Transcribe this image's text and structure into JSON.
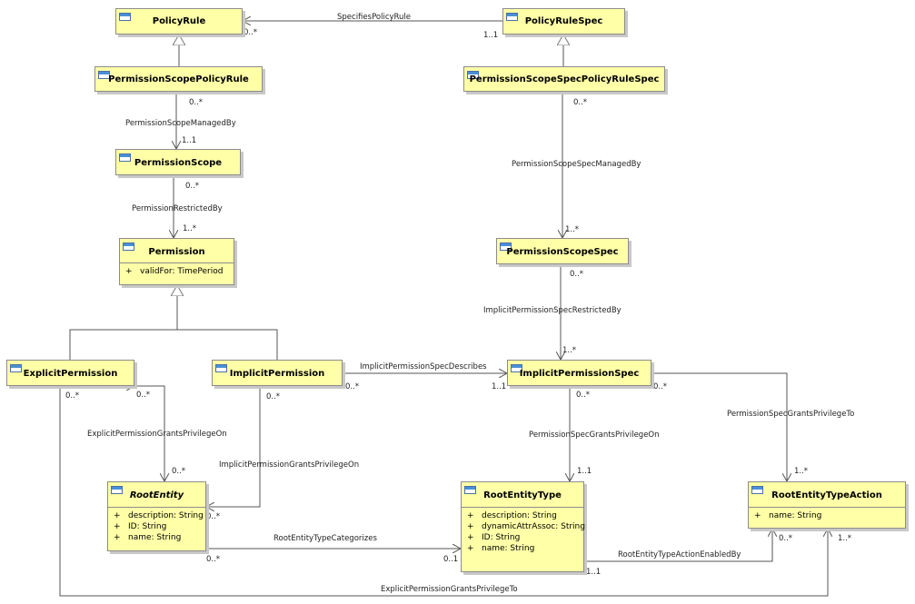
{
  "classes": {
    "policy_rule": {
      "name": "PolicyRule"
    },
    "policy_rule_spec": {
      "name": "PolicyRuleSpec"
    },
    "permission_scope_policy_rule": {
      "name": "PermissionScopePolicyRule"
    },
    "permission_scope_spec_policy_rule_spec": {
      "name": "PermissionScopeSpecPolicyRuleSpec"
    },
    "permission_scope": {
      "name": "PermissionScope"
    },
    "permission_scope_spec": {
      "name": "PermissionScopeSpec"
    },
    "permission": {
      "name": "Permission",
      "attributes": [
        {
          "vis": "+",
          "text": "validFor: TimePeriod"
        }
      ]
    },
    "explicit_permission": {
      "name": "ExplicitPermission"
    },
    "implicit_permission": {
      "name": "ImplicitPermission"
    },
    "implicit_permission_spec": {
      "name": "ImplicitPermissionSpec"
    },
    "root_entity": {
      "name": "RootEntity",
      "abstract": true,
      "attributes": [
        {
          "vis": "+",
          "text": "description: String"
        },
        {
          "vis": "+",
          "text": "ID: String"
        },
        {
          "vis": "+",
          "text": "name: String"
        }
      ]
    },
    "root_entity_type": {
      "name": "RootEntityType",
      "attributes": [
        {
          "vis": "+",
          "text": "description: String"
        },
        {
          "vis": "+",
          "text": "dynamicAttrAssoc: String"
        },
        {
          "vis": "+",
          "text": "ID: String"
        },
        {
          "vis": "+",
          "text": "name: String"
        }
      ]
    },
    "root_entity_type_action": {
      "name": "RootEntityTypeAction",
      "attributes": [
        {
          "vis": "+",
          "text": "name: String"
        }
      ]
    }
  },
  "associations": {
    "specifies_policy_rule": {
      "label": "SpecifiesPolicyRule",
      "m1": "0..*",
      "m2": "1..1"
    },
    "permission_scope_managed_by": {
      "label": "PermissionScopeManagedBy",
      "m1": "0..*",
      "m2": "1..1"
    },
    "permission_scope_spec_managed_by": {
      "label": "PermissionScopeSpecManagedBy",
      "m1": "0..*",
      "m2": "1..*"
    },
    "permission_restricted_by": {
      "label": "PermissionRestrictedBy",
      "m1": "0..*",
      "m2": "1..*"
    },
    "implicit_permission_spec_restricted_by": {
      "label": "ImplicitPermissionSpecRestrictedBy",
      "m1": "0..*",
      "m2": "1..*"
    },
    "implicit_permission_spec_describes": {
      "label": "ImplicitPermissionSpecDescribes",
      "m1": "0..*",
      "m2": "1..1"
    },
    "explicit_permission_grants_privilege_on": {
      "label": "ExplicitPermissionGrantsPrivilegeOn",
      "m1": "0..*",
      "m2": "0..*"
    },
    "implicit_permission_grants_privilege_on": {
      "label": "ImplicitPermissionGrantsPrivilegeOn",
      "m1": "0..*",
      "m2": "0..*"
    },
    "permission_spec_grants_privilege_on": {
      "label": "PermissionSpecGrantsPrivilegeOn",
      "m1": "0..*",
      "m2": "1..1"
    },
    "permission_spec_grants_privilege_to": {
      "label": "PermissionSpecGrantsPrivilegeTo",
      "m1": "0..*",
      "m2": "1..*"
    },
    "root_entity_type_categorizes": {
      "label": "RootEntityTypeCategorizes",
      "m1": "0..*",
      "m2": "0..1"
    },
    "root_entity_type_action_enabled_by": {
      "label": "RootEntityTypeActionEnabledBy",
      "m1": "0..*",
      "m2": "1..1"
    },
    "explicit_permission_grants_privilege_to": {
      "label": "ExplicitPermissionGrantsPrivilegeTo",
      "m1": "0..*",
      "m2": "1..*"
    }
  },
  "colors": {
    "class_fill": "#ffffa8",
    "class_border": "#8c8c8c",
    "line": "#555555",
    "icon": "#4a8fd8"
  }
}
